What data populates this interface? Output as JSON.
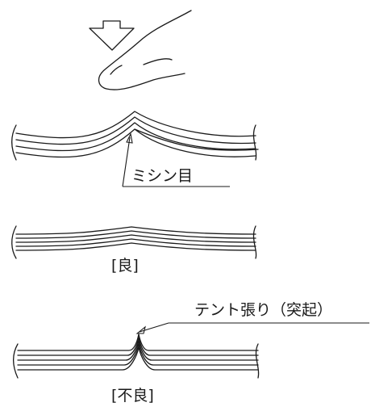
{
  "labels": {
    "perforation": "ミシン目",
    "good": "[良]",
    "tent": "テント張り（突起）",
    "bad": "[不良]"
  },
  "icons": [
    "down-arrow-icon",
    "finger-icon"
  ]
}
